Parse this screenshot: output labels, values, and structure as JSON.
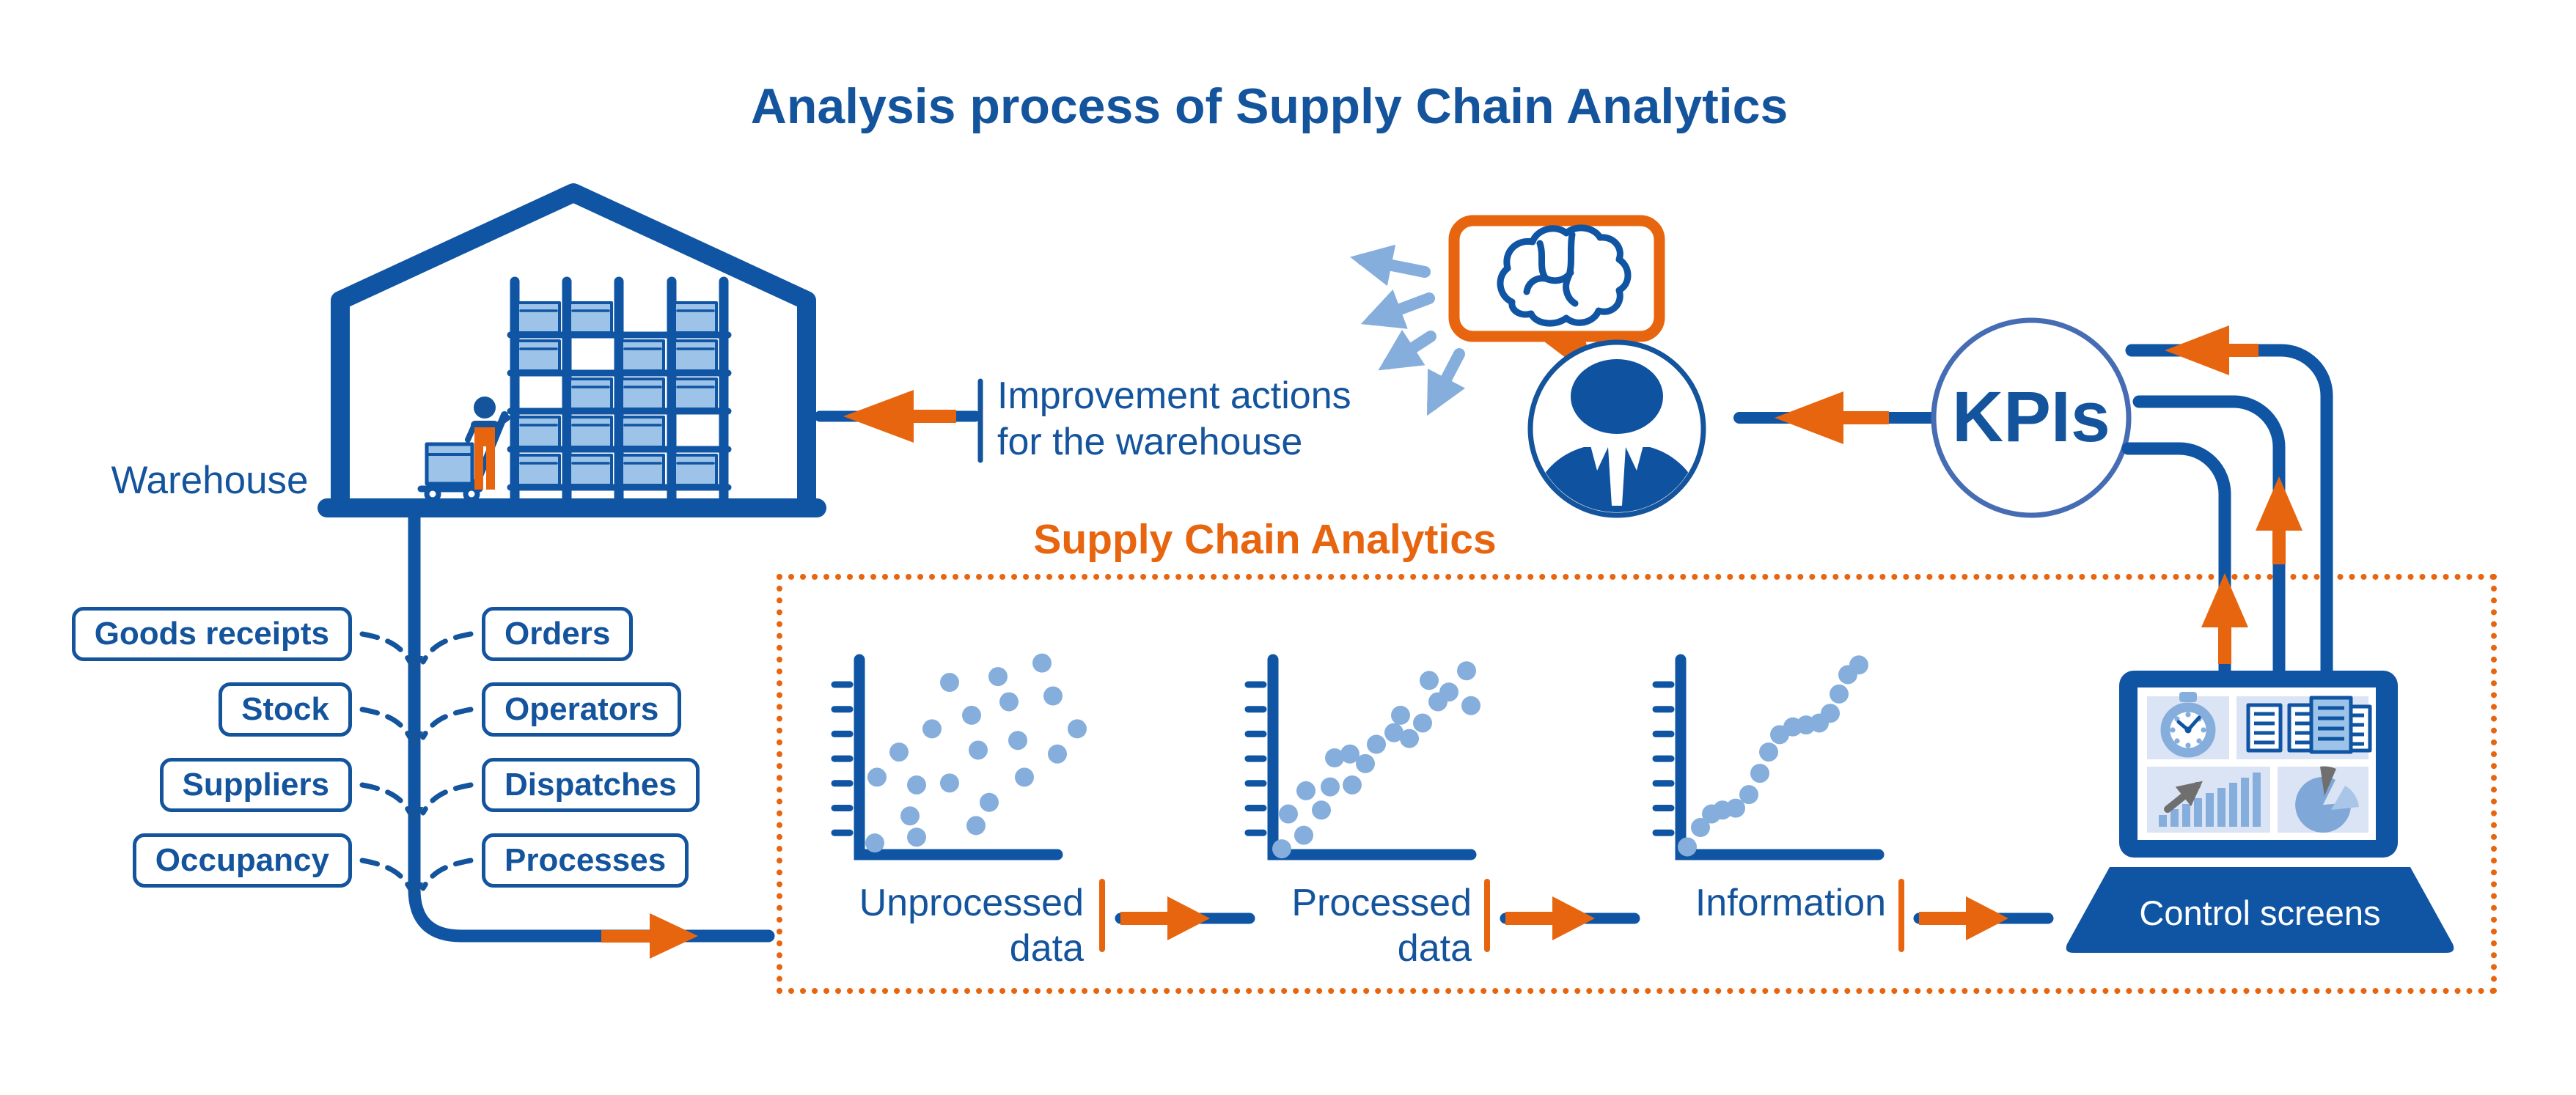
{
  "title": "Analysis process of Supply Chain Analytics",
  "warehouse": {
    "label": "Warehouse"
  },
  "data_sources": {
    "left": [
      "Goods receipts",
      "Stock",
      "Suppliers",
      "Occupancy"
    ],
    "right": [
      "Orders",
      "Operators",
      "Dispatches",
      "Processes"
    ]
  },
  "analytics_box": {
    "title": "Supply Chain Analytics"
  },
  "improvement": {
    "line1": "Improvement actions",
    "line2": "for the warehouse"
  },
  "kpis": {
    "label": "KPIs"
  },
  "laptop": {
    "label": "Control screens"
  },
  "icons": {
    "speech_bubble": "brain-icon",
    "laptop_screen_tiles": [
      "stopwatch-icon",
      "report-list-icon",
      "growth-bar-chart-icon",
      "pie-chart-icon"
    ],
    "warehouse_scene": [
      "warehouse-building-icon",
      "storage-rack-icon",
      "worker-icon",
      "hand-truck-icon"
    ]
  },
  "colors": {
    "dark_blue": "#14549D",
    "illustration_blue": "#0F55A3",
    "light_blue": "#85AEDC",
    "pale_blue": "#9DC4E8",
    "tile_blue": "#DBE4F4",
    "orange": "#E8650F",
    "gray": "#6F6F6F"
  },
  "chart_data": [
    {
      "type": "scatter",
      "title": "Unprocessed data",
      "label_lines": [
        "Unprocessed",
        "data"
      ],
      "x_range": [
        0,
        100
      ],
      "y_range": [
        0,
        100
      ],
      "axis_ticks": 7,
      "tick_labels": "none",
      "legend": "none",
      "grid": false,
      "points": [
        [
          41,
          89
        ],
        [
          63,
          92
        ],
        [
          83,
          99
        ],
        [
          68,
          79
        ],
        [
          88,
          82
        ],
        [
          51,
          72
        ],
        [
          33,
          65
        ],
        [
          99,
          65
        ],
        [
          72,
          59
        ],
        [
          18,
          53
        ],
        [
          54,
          54
        ],
        [
          90,
          52
        ],
        [
          8,
          40
        ],
        [
          26,
          36
        ],
        [
          41,
          37
        ],
        [
          75,
          40
        ],
        [
          59,
          27
        ],
        [
          23,
          20
        ],
        [
          53,
          15
        ],
        [
          26,
          9
        ],
        [
          7,
          6
        ]
      ]
    },
    {
      "type": "scatter",
      "title": "Processed data",
      "label_lines": [
        "Processed",
        "data"
      ],
      "x_range": [
        0,
        100
      ],
      "y_range": [
        0,
        100
      ],
      "axis_ticks": 7,
      "tick_labels": "none",
      "legend": "none",
      "grid": false,
      "points": [
        [
          4,
          3
        ],
        [
          14,
          10
        ],
        [
          7,
          21
        ],
        [
          22,
          23
        ],
        [
          15,
          33
        ],
        [
          26,
          35
        ],
        [
          36,
          36
        ],
        [
          28,
          50
        ],
        [
          35,
          52
        ],
        [
          42,
          47
        ],
        [
          47,
          57
        ],
        [
          55,
          63
        ],
        [
          62,
          60
        ],
        [
          58,
          72
        ],
        [
          68,
          68
        ],
        [
          75,
          79
        ],
        [
          71,
          90
        ],
        [
          80,
          84
        ],
        [
          88,
          95
        ],
        [
          90,
          77
        ]
      ]
    },
    {
      "type": "scatter",
      "title": "Information",
      "label_lines": [
        "Information"
      ],
      "x_range": [
        0,
        100
      ],
      "y_range": [
        0,
        100
      ],
      "axis_ticks": 7,
      "tick_labels": "none",
      "legend": "none",
      "grid": false,
      "points": [
        [
          3,
          4
        ],
        [
          9,
          14
        ],
        [
          14,
          21
        ],
        [
          19,
          23
        ],
        [
          25,
          24
        ],
        [
          31,
          31
        ],
        [
          36,
          42
        ],
        [
          40,
          53
        ],
        [
          45,
          62
        ],
        [
          51,
          66
        ],
        [
          57,
          67
        ],
        [
          63,
          68
        ],
        [
          68,
          73
        ],
        [
          72,
          83
        ],
        [
          76,
          93
        ],
        [
          81,
          98
        ]
      ]
    }
  ]
}
